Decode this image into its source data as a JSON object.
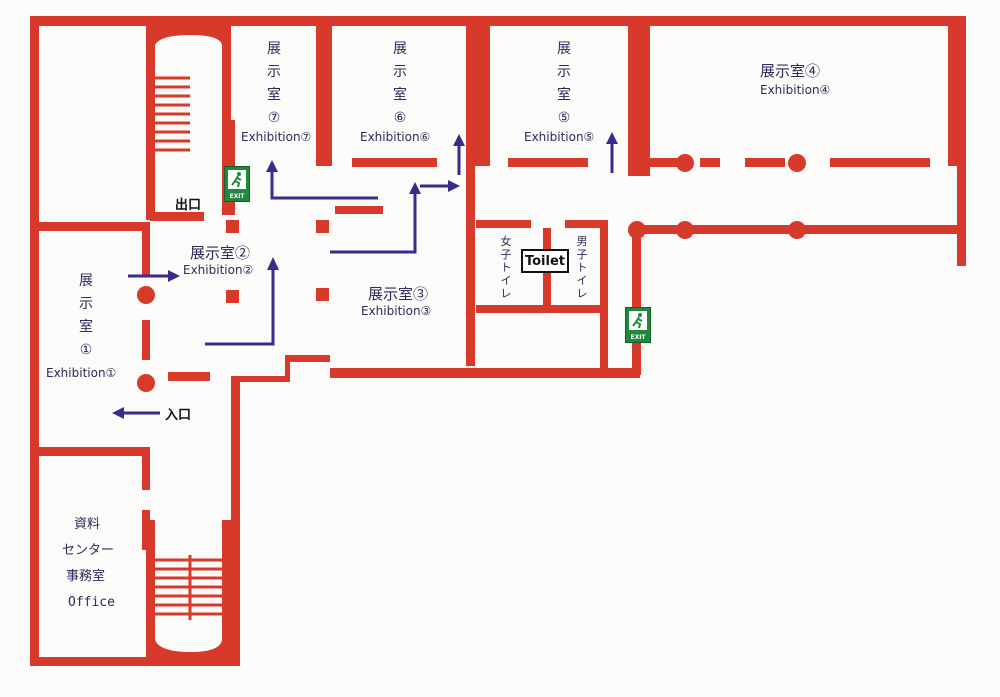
{
  "colors": {
    "wall": "#d73a2a",
    "arrow": "#3d2a8a",
    "exit_sign": "#1f8a3b",
    "text": "#2e2a5a"
  },
  "rooms": {
    "r1": {
      "jp_chars": [
        "展",
        "示",
        "室",
        "①"
      ],
      "en": "Exhibition①"
    },
    "r2": {
      "jp": "展示室②",
      "en": "Exhibition②"
    },
    "r3": {
      "jp": "展示室③",
      "en": "Exhibition③"
    },
    "r4": {
      "jp": "展示室④",
      "en": "Exhibition④"
    },
    "r5": {
      "jp_chars": [
        "展",
        "示",
        "室",
        "⑤"
      ],
      "en": "Exhibition⑤"
    },
    "r6": {
      "jp_chars": [
        "展",
        "示",
        "室",
        "⑥"
      ],
      "en": "Exhibition⑥"
    },
    "r7": {
      "jp_chars": [
        "展",
        "示",
        "室",
        "⑦"
      ],
      "en": "Exhibition⑦"
    }
  },
  "office": {
    "line1": "資料",
    "line2": "センター",
    "line3": "事務室",
    "line4": "Office"
  },
  "toilet": {
    "label": "Toilet",
    "women": [
      "女",
      "子",
      "ト",
      "イ",
      "レ"
    ],
    "men": [
      "男",
      "子",
      "ト",
      "イ",
      "レ"
    ]
  },
  "entrance": "入口",
  "exit_label": "出口",
  "exit_sign_text": "EXIT",
  "icons": {
    "exit": "emergency-exit-sign-icon",
    "direction": "route-arrow-icon"
  }
}
